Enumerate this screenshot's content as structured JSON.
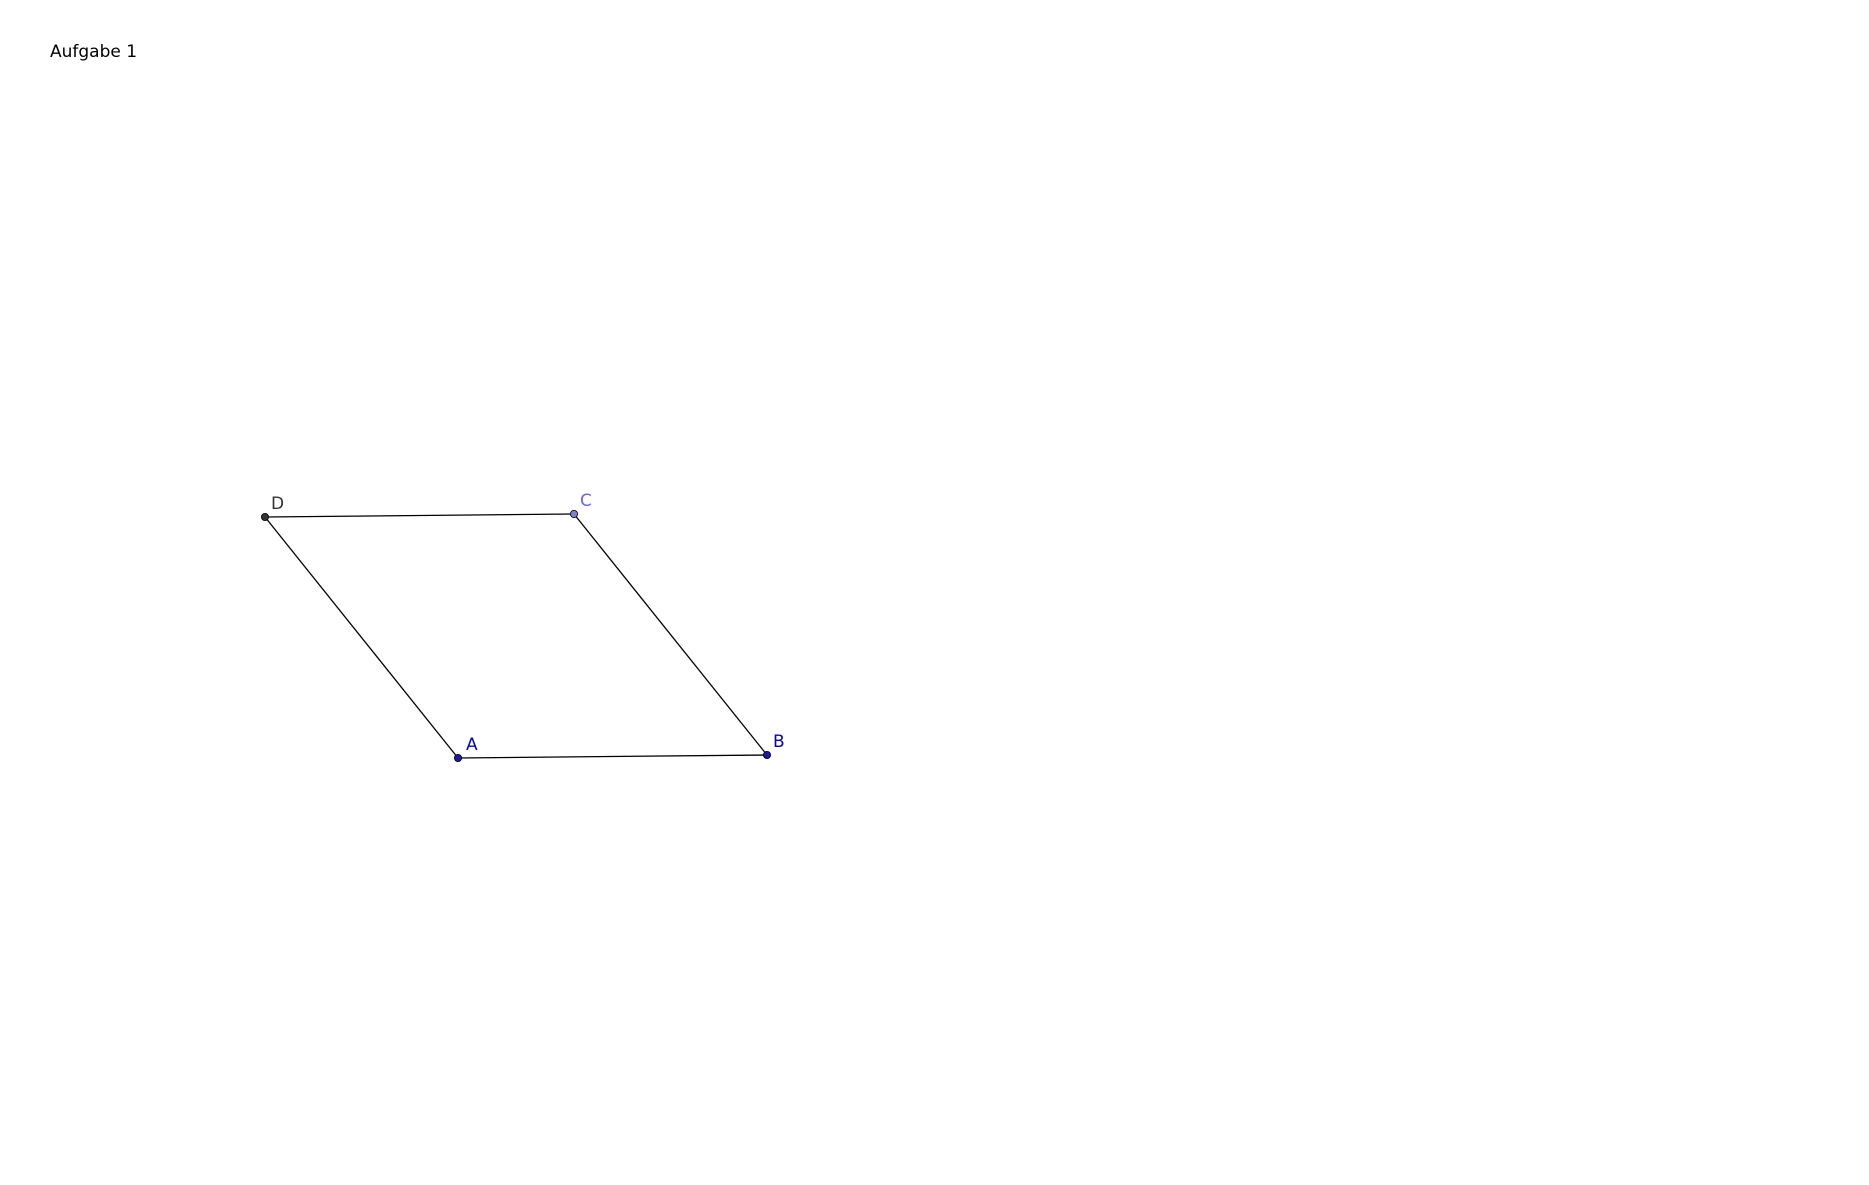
{
  "title": "Aufgabe 1",
  "points": [
    {
      "id": "A",
      "label": "A",
      "color": "#0000cc",
      "fill": "#1a1aa6"
    },
    {
      "id": "B",
      "label": "B",
      "color": "#0000cc",
      "fill": "#1a1aa6"
    },
    {
      "id": "C",
      "label": "C",
      "color": "#6666ff",
      "fill": "#7f7fd6"
    },
    {
      "id": "D",
      "label": "D",
      "color": "#333333",
      "fill": "#333333"
    }
  ],
  "segments": [
    {
      "from": "A",
      "to": "B"
    },
    {
      "from": "B",
      "to": "C"
    },
    {
      "from": "C",
      "to": "D"
    },
    {
      "from": "D",
      "to": "A"
    }
  ],
  "colors": {
    "segment": "#000000"
  }
}
